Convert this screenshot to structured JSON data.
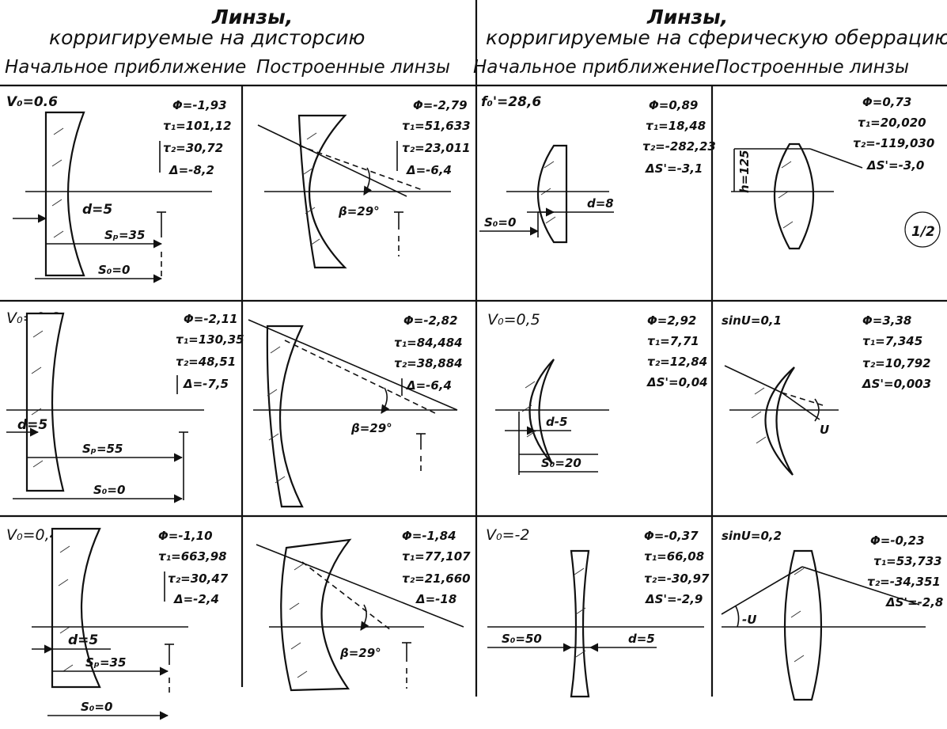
{
  "header": {
    "left_title": "Линзы,",
    "left_subtitle": "корригируемые на дисторсию",
    "right_title": "Линзы,",
    "right_subtitle": "корригируемые на сферическую оберрацию",
    "col_initial_left": "Начальное приближение",
    "col_built_left": "Построенные линзы",
    "col_initial_right": "Начальное приближение",
    "col_built_right": "Построенные линзы"
  },
  "mark": "1/2",
  "row1": {
    "c1": {
      "v": "V₀=0.6",
      "phi": "Φ=-1,93",
      "r1": "τ₁=101,12",
      "r2": "τ₂=30,72",
      "delta": "Δ=-8,2",
      "d": "d=5",
      "sp": "Sₚ=35",
      "s0": "S₀=0"
    },
    "c2": {
      "phi": "Φ=-2,79",
      "r1": "τ₁=51,633",
      "r2": "τ₂=23,011",
      "delta": "Δ=-6,4",
      "beta": "β=29°"
    },
    "c3": {
      "f": "f₀'=28,6",
      "phi": "Φ=0,89",
      "r1": "τ₁=18,48",
      "r2": "τ₂=-282,23",
      "ds": "ΔS'=-3,1",
      "d": "d=8",
      "s0": "S₀=0"
    },
    "c4": {
      "phi": "Φ=0,73",
      "r1": "τ₁=20,020",
      "r2": "τ₂=-119,030",
      "ds": "ΔS'=-3,0",
      "h": "h=125"
    }
  },
  "row2": {
    "c1": {
      "v": "V₀=0,6",
      "phi": "Φ=-2,11",
      "r1": "τ₁=130,35",
      "r2": "τ₂=48,51",
      "delta": "Δ=-7,5",
      "d": "d=5",
      "sp": "Sₚ=55",
      "s0": "S₀=0"
    },
    "c2": {
      "phi": "Φ=-2,82",
      "r1": "τ₁=84,484",
      "r2": "τ₂=38,884",
      "delta": "Δ=-6,4",
      "beta": "β=29°"
    },
    "c3": {
      "v": "V₀=0,5",
      "phi": "Φ=2,92",
      "r1": "τ₁=7,71",
      "r2": "τ₂=12,84",
      "ds": "ΔS'=0,04",
      "d": "d-5",
      "s0": "S₀=20"
    },
    "c4": {
      "sinu": "sinU=0,1",
      "phi": "Φ=3,38",
      "r1": "τ₁=7,345",
      "r2": "τ₂=10,792",
      "ds": "ΔS'=0,003",
      "u": "U"
    }
  },
  "row3": {
    "c1": {
      "v": "V₀=0,4",
      "phi": "Φ=-1,10",
      "r1": "τ₁=663,98",
      "r2": "τ₂=30,47",
      "delta": "Δ=-2,4",
      "d": "d=5",
      "sp": "Sₚ=35",
      "s0": "S₀=0"
    },
    "c2": {
      "phi": "Φ=-1,84",
      "r1": "τ₁=77,107",
      "r2": "τ₂=21,660",
      "delta": "Δ=-18",
      "beta": "β=29°"
    },
    "c3": {
      "v": "V₀=-2",
      "phi": "Φ=-0,37",
      "r1": "τ₁=66,08",
      "r2": "τ₂=-30,97",
      "ds": "ΔS'=-2,9",
      "d": "d=5",
      "s0": "S₀=50"
    },
    "c4": {
      "sinu": "sinU=0,2",
      "phi": "Φ=-0,23",
      "r1": "τ₁=53,733",
      "r2": "τ₂=-34,351",
      "ds": "ΔS'=-2,8",
      "u": "-U"
    }
  }
}
